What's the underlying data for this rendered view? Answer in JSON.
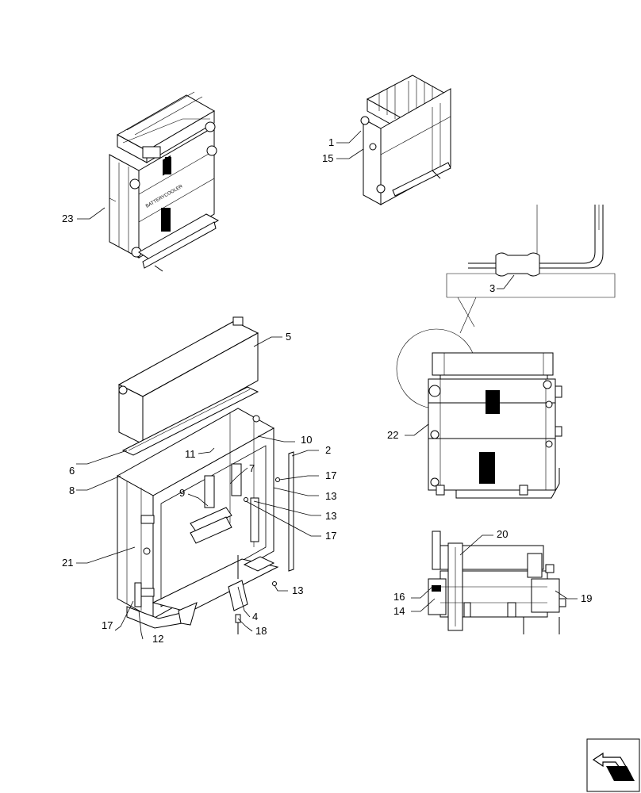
{
  "callouts": {
    "c1": "1",
    "c2": "2",
    "c3": "3",
    "c4": "4",
    "c5": "5",
    "c6": "6",
    "c7": "7",
    "c8": "8",
    "c9": "9",
    "c10": "10",
    "c11": "11",
    "c12": "12",
    "c13a": "13",
    "c13b": "13",
    "c13c": "13",
    "c14": "14",
    "c15": "15",
    "c16": "16",
    "c17a": "17",
    "c17b": "17",
    "c17c": "17",
    "c18": "18",
    "c19": "19",
    "c20": "20",
    "c21": "21",
    "c22": "22",
    "c23": "23"
  },
  "assembly_labels": {
    "batterycooler_text": "BATTERYCOOLER"
  },
  "icons": {
    "navigation": "arrow-back-icon"
  }
}
